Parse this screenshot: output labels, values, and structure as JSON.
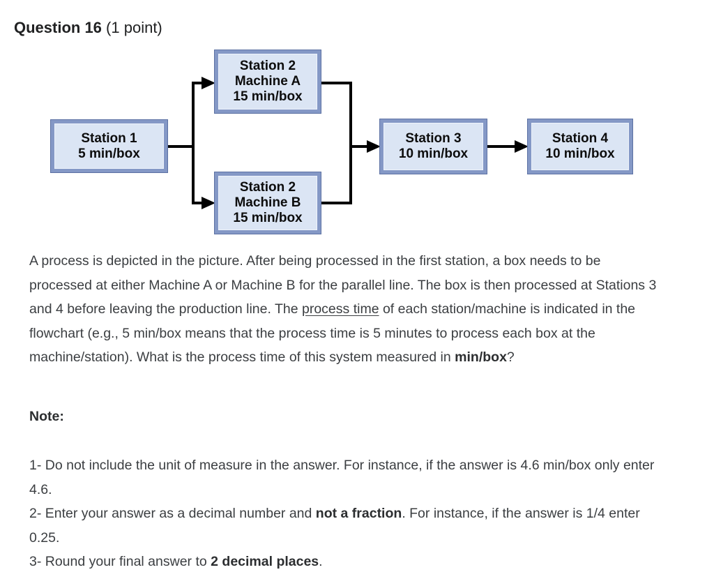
{
  "header": {
    "title": "Question 16",
    "points": "(1 point)"
  },
  "flowchart": {
    "colors": {
      "box_fill": "#dbe5f4",
      "box_border": "#8498c6",
      "box_border_dark": "#5c71a3",
      "line": "#000000"
    },
    "boxes": [
      {
        "id": "station1",
        "lines": [
          "Station 1",
          "5 min/box"
        ]
      },
      {
        "id": "station2a",
        "lines": [
          "Station 2",
          "Machine A",
          "15 min/box"
        ]
      },
      {
        "id": "station2b",
        "lines": [
          "Station 2",
          "Machine B",
          "15 min/box"
        ]
      },
      {
        "id": "station3",
        "lines": [
          "Station 3",
          "10 min/box"
        ]
      },
      {
        "id": "station4",
        "lines": [
          "Station 4",
          "10 min/box"
        ]
      }
    ]
  },
  "question": {
    "segments": [
      {
        "text": "A process is depicted in the picture. After being processed in the first station, a box needs to be processed at either Machine A or Machine B for the parallel line. The box is then processed at Stations 3 and 4 before leaving the production line. The "
      },
      {
        "text": "process time",
        "underline": true
      },
      {
        "text": " of each station/machine is indicated in the flowchart (e.g., 5 min/box means that the process time is 5 minutes to process each box at the machine/station). What is the process time of this system measured in "
      },
      {
        "text": "min/box",
        "bold": true
      },
      {
        "text": "?"
      }
    ]
  },
  "note": {
    "label": "Note:",
    "items": [
      [
        {
          "text": "1- Do not include the unit of measure in the answer. For instance, if the answer is 4.6 min/box only enter 4.6."
        }
      ],
      [
        {
          "text": "2- Enter your answer as a decimal number and "
        },
        {
          "text": "not a fraction",
          "bold": true
        },
        {
          "text": ". For instance, if the answer is 1/4 enter 0.25."
        }
      ],
      [
        {
          "text": "3- Round your final answer to "
        },
        {
          "text": "2 decimal places",
          "bold": true
        },
        {
          "text": "."
        }
      ]
    ]
  }
}
